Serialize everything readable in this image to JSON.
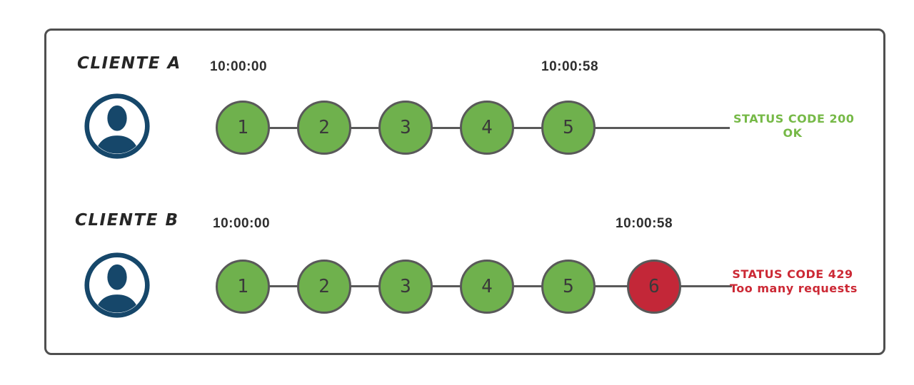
{
  "rows": [
    {
      "name": "CLIENTE A",
      "start_time": "10:00:00",
      "end_time": "10:00:58",
      "requests": [
        "1",
        "2",
        "3",
        "4",
        "5"
      ],
      "status_line1": "STATUS CODE 200",
      "status_line2": "OK",
      "status_type": "success"
    },
    {
      "name": "CLIENTE B",
      "start_time": "10:00:00",
      "end_time": "10:00:58",
      "requests": [
        "1",
        "2",
        "3",
        "4",
        "5",
        "6"
      ],
      "status_line1": "STATUS CODE 429",
      "status_line2": "Too many requests",
      "status_type": "error"
    }
  ],
  "icons": {
    "client": "user-avatar-icon"
  },
  "colors": {
    "request_ok": "#6FB14D",
    "request_blocked": "#C32738",
    "circle_border": "#595959",
    "line": "#595959",
    "status_success": "#76B947",
    "status_error": "#CC2935",
    "avatar": "#16476A",
    "frame_border": "#4F4F4F",
    "text_dark": "#2E2E2E"
  }
}
